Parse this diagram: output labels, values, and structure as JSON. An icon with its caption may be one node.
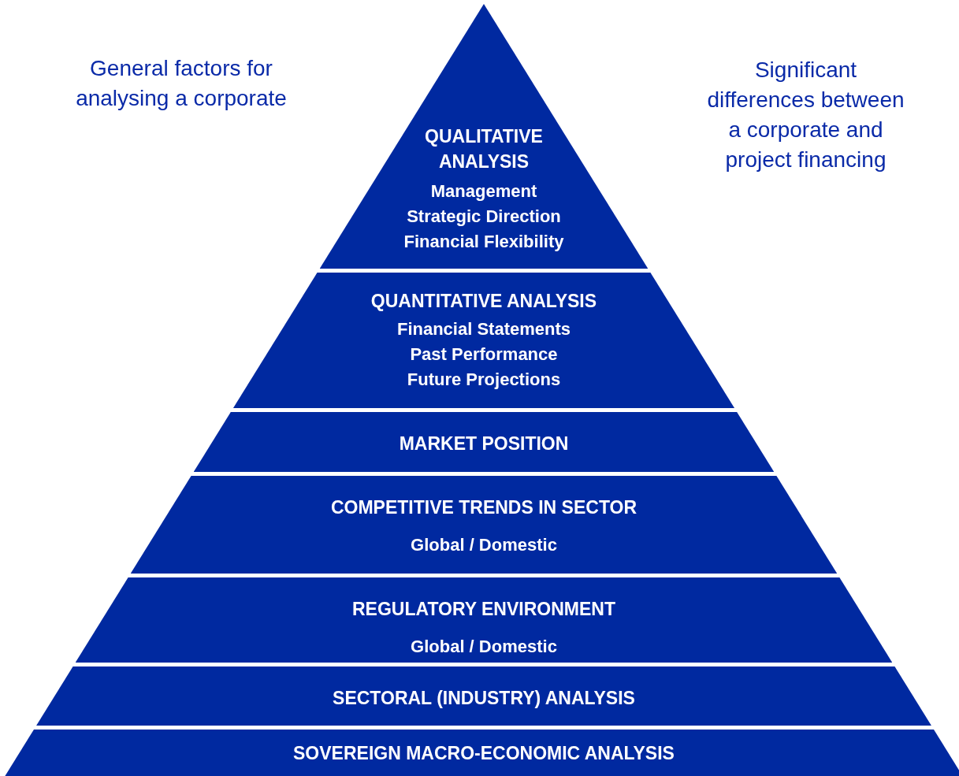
{
  "diagram": {
    "nodes": [
      {
        "text": [
          "QUALITATIVE ANALYSIS",
          "Management",
          "Strategic Direction",
          "Financial Flexibility"
        ]
      },
      {
        "text": [
          "QUANTITATIVE ANALYSIS",
          "Financial Statements",
          "Past Performance",
          "Future Projections"
        ]
      },
      {
        "text": [
          "MARKET POSITION"
        ]
      },
      {
        "text": [
          "COMPETITIVE TRENDS IN SECTOR",
          "Global / Domestic"
        ]
      },
      {
        "text": [
          "REGULATORY ENVIRONMENT",
          "Global / Domestic"
        ]
      },
      {
        "text": [
          "SECTORAL (INDUSTRY) ANALYSIS"
        ]
      },
      {
        "text": [
          "SOVEREIGN MACRO-ECONOMIC ANALYSIS"
        ]
      }
    ],
    "edges": [],
    "labels": [
      "General factors for analysing a corporate",
      "Significant differences between a corporate and project financing"
    ]
  }
}
